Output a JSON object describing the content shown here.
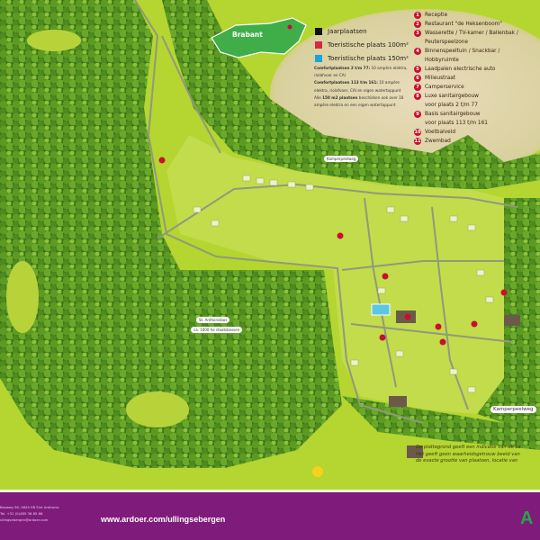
{
  "map": {
    "region_label": "Brabant",
    "forest_label_name": "St. Anthonisbos",
    "forest_label_size": "ca. 1000 ha staatsbossen",
    "road_labels": [
      "Kamperpeelweg",
      "Kamperpeelweg"
    ],
    "colors": {
      "grass": "#b5d531",
      "forest": "#3f7a1c",
      "clearing": "#e3d9b4",
      "marker": "#c8102e",
      "footer": "#7f1b7b"
    }
  },
  "legend": {
    "items": [
      {
        "label": "Jaarplaatsen",
        "color": "#111111"
      },
      {
        "label": "Toeristische plaats 100m²",
        "color": "#d42a3c"
      },
      {
        "label": "Toeristische plaats 150m²",
        "color": "#1aa3df"
      }
    ],
    "notes": [
      {
        "bold": "Comfortplaatsen 2 t/m 77:",
        "text": " 10 ampère elektra, riolafvoer en CAI"
      },
      {
        "bold": "Comfortplaatsen 113 t/m 161:",
        "text": " 10 ampère elektra, riolafvoer, CAI en eigen watertappunt"
      },
      {
        "pre": "Alle ",
        "bold": "150 m2 plaatsen",
        "text": " beschikken ook over 16 ampère elektra en een eigen watertappunt"
      }
    ]
  },
  "points_of_interest": [
    {
      "num": "1",
      "label": "Receptie"
    },
    {
      "num": "2",
      "label": "Restaurant \"de Heksenboom\""
    },
    {
      "num": "3",
      "label": "Wasserette / TV-kamer / Ballenbak /"
    },
    {
      "num": "",
      "label": "Peuterspeelzone"
    },
    {
      "num": "4",
      "label": "Binnenspeeltuin / Snackbar /"
    },
    {
      "num": "",
      "label": "Hobbyruimte"
    },
    {
      "num": "5",
      "label": "Laadpalen electrische auto"
    },
    {
      "num": "6",
      "label": "Milieustraat"
    },
    {
      "num": "7",
      "label": "Camperservice"
    },
    {
      "num": "8",
      "label": "Luxe sanitairgebouw"
    },
    {
      "num": "",
      "label": "voor plaats 2 t/m 77"
    },
    {
      "num": "9",
      "label": "Basis sanitairgebouw"
    },
    {
      "num": "",
      "label": "voor plaats 113 t/m 161"
    },
    {
      "num": "10",
      "label": "Voetbalveld"
    },
    {
      "num": "11",
      "label": "Zwembad"
    }
  ],
  "disclaimer": [
    "De plattegrond geeft een indicatie van de ca",
    "Het geeft geen waarheidsgetrouw beeld van",
    "de exacte grootte van plaatsen, locatie van"
  ],
  "footer": {
    "address": [
      "Bosweg 36, 5845 EB  Sint Anthonis",
      "Tel. +31 (0)485 38 85 66",
      "ullingsebergen@ardoer.com"
    ],
    "url": "www.ardoer.com/ullingsebergen",
    "logo": "A"
  }
}
